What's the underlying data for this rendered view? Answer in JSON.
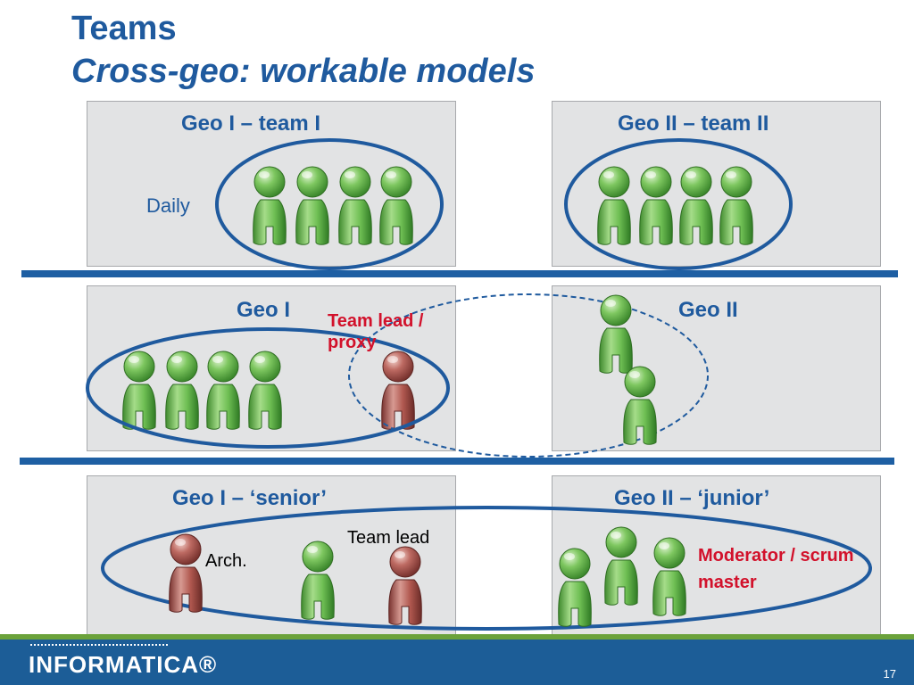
{
  "header": {
    "title": "Teams",
    "subtitle": "Cross-geo: workable models"
  },
  "row1": {
    "left_title": "Geo I – team I",
    "right_title": "Geo II – team II",
    "daily_label": "Daily"
  },
  "row2": {
    "left_title": "Geo I",
    "right_title": "Geo II",
    "team_lead_proxy": "Team lead / proxy"
  },
  "row3": {
    "left_title": "Geo I – ‘senior’",
    "right_title": "Geo II – ‘junior’",
    "arch_label": "Arch.",
    "team_lead_label": "Team lead",
    "moderator_label": "Moderator / scrum master"
  },
  "footer": {
    "logo": "INFORMATICA®",
    "page_number": "17"
  },
  "colors": {
    "accent_blue": "#1F5A9E",
    "separator_blue": "#1E5FA3",
    "highlight_red": "#D2112B",
    "figure_green": "#5FAF4A",
    "figure_red": "#A94B45",
    "panel_gray": "#E2E3E4"
  },
  "icons": [
    "person-green-icon",
    "person-red-icon"
  ]
}
